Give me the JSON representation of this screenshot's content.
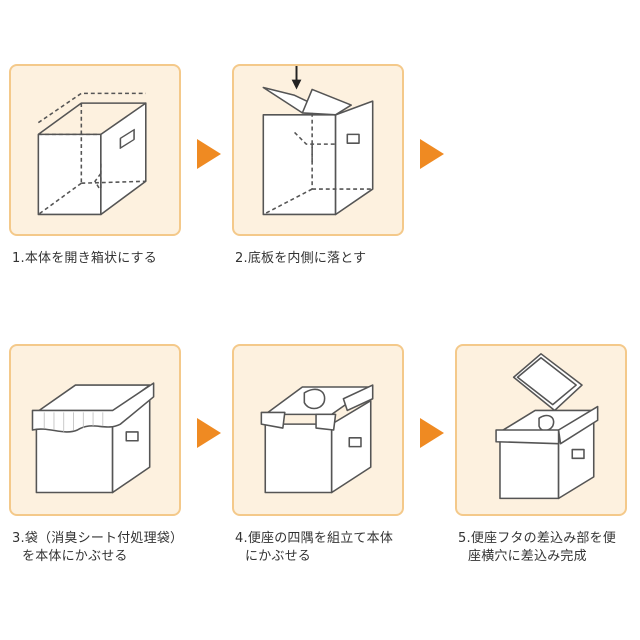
{
  "colors": {
    "panel_fill": "#fdf1df",
    "panel_border": "#f4c98a",
    "arrow": "#ef8a22",
    "line": "#555555"
  },
  "steps": [
    {
      "num": "1.",
      "lines": [
        "本体を開き箱状にする"
      ]
    },
    {
      "num": "2.",
      "lines": [
        "底板を内側に落とす"
      ]
    },
    {
      "num": "3.",
      "lines": [
        "袋（消臭シート付処理袋）",
        "を本体にかぶせる"
      ]
    },
    {
      "num": "4.",
      "lines": [
        "便座の四隅を組立て本体",
        "にかぶせる"
      ]
    },
    {
      "num": "5.",
      "lines": [
        "便座フタの差込み部を便",
        "座横穴に差込み完成"
      ]
    }
  ],
  "icons": {
    "step_arrow": "triangle-right-icon",
    "push_arrow": "arrow-down-icon"
  }
}
